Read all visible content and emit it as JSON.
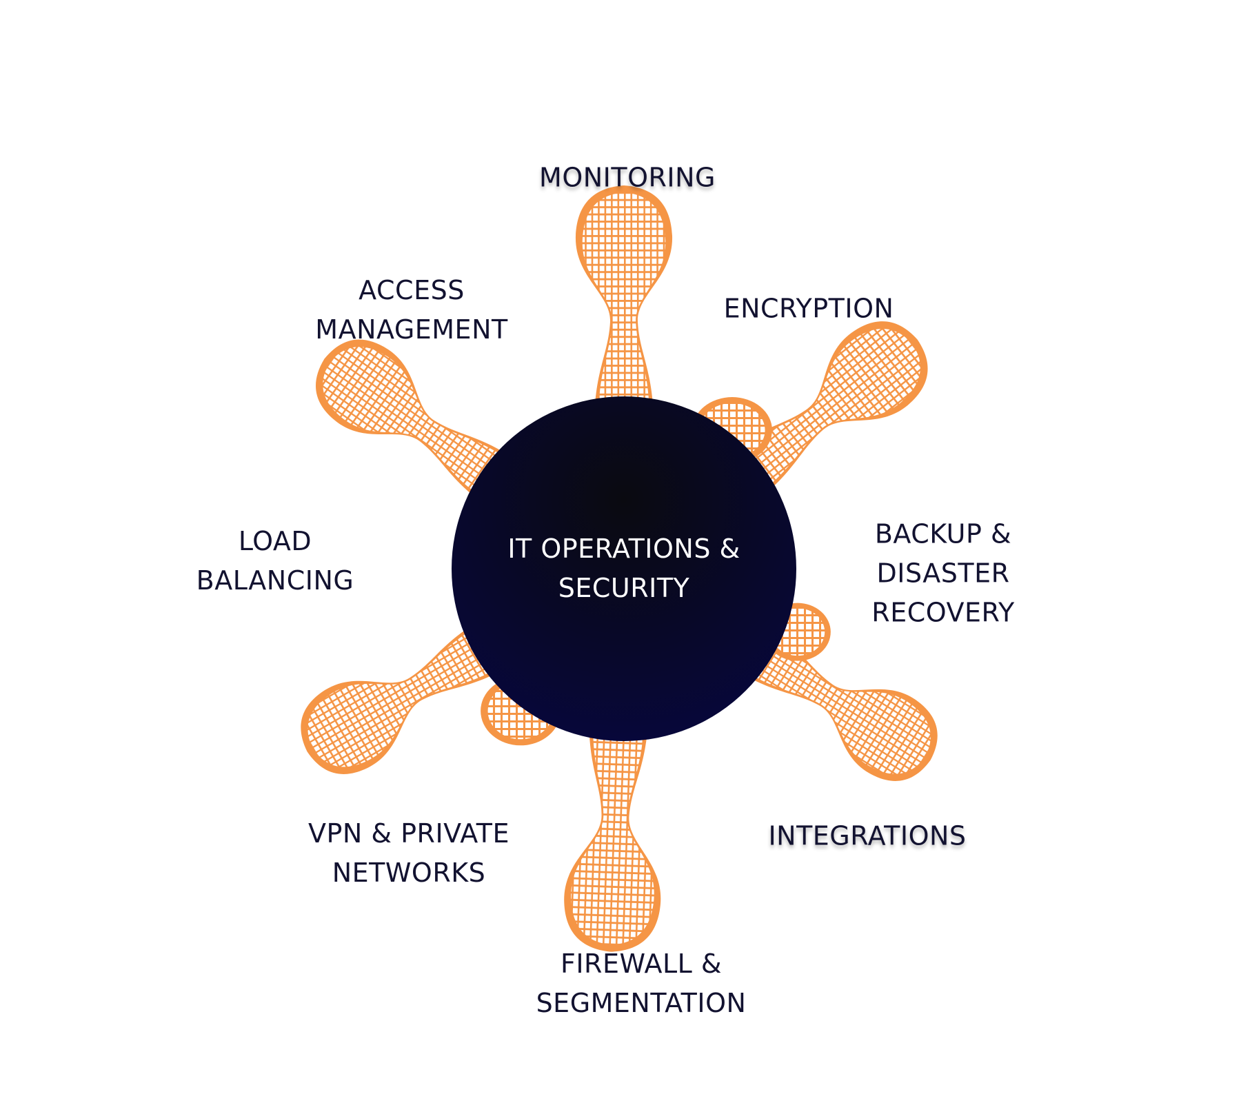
{
  "center": {
    "lines": [
      "IT OPERATIONS &",
      "SECURITY"
    ]
  },
  "labels": {
    "monitoring": {
      "lines": [
        "MONITORING"
      ]
    },
    "encryption": {
      "lines": [
        "ENCRYPTION"
      ]
    },
    "backup": {
      "lines": [
        "BACKUP &",
        "DISASTER",
        "RECOVERY"
      ]
    },
    "integrations": {
      "lines": [
        "INTEGRATIONS"
      ]
    },
    "firewall": {
      "lines": [
        "FIREWALL &",
        "SEGMENTATION"
      ]
    },
    "vpn": {
      "lines": [
        "VPN & PRIVATE",
        "NETWORKS"
      ]
    },
    "load_balancing": {
      "lines": [
        "LOAD",
        "BALANCING"
      ]
    },
    "access_management": {
      "lines": [
        "ACCESS",
        "MANAGEMENT"
      ]
    }
  },
  "colors": {
    "petal": "#F59545",
    "hub_top": "#0a0a10",
    "hub_bottom": "#07073a",
    "label_text": "#121230",
    "hub_text": "#ffffff"
  }
}
